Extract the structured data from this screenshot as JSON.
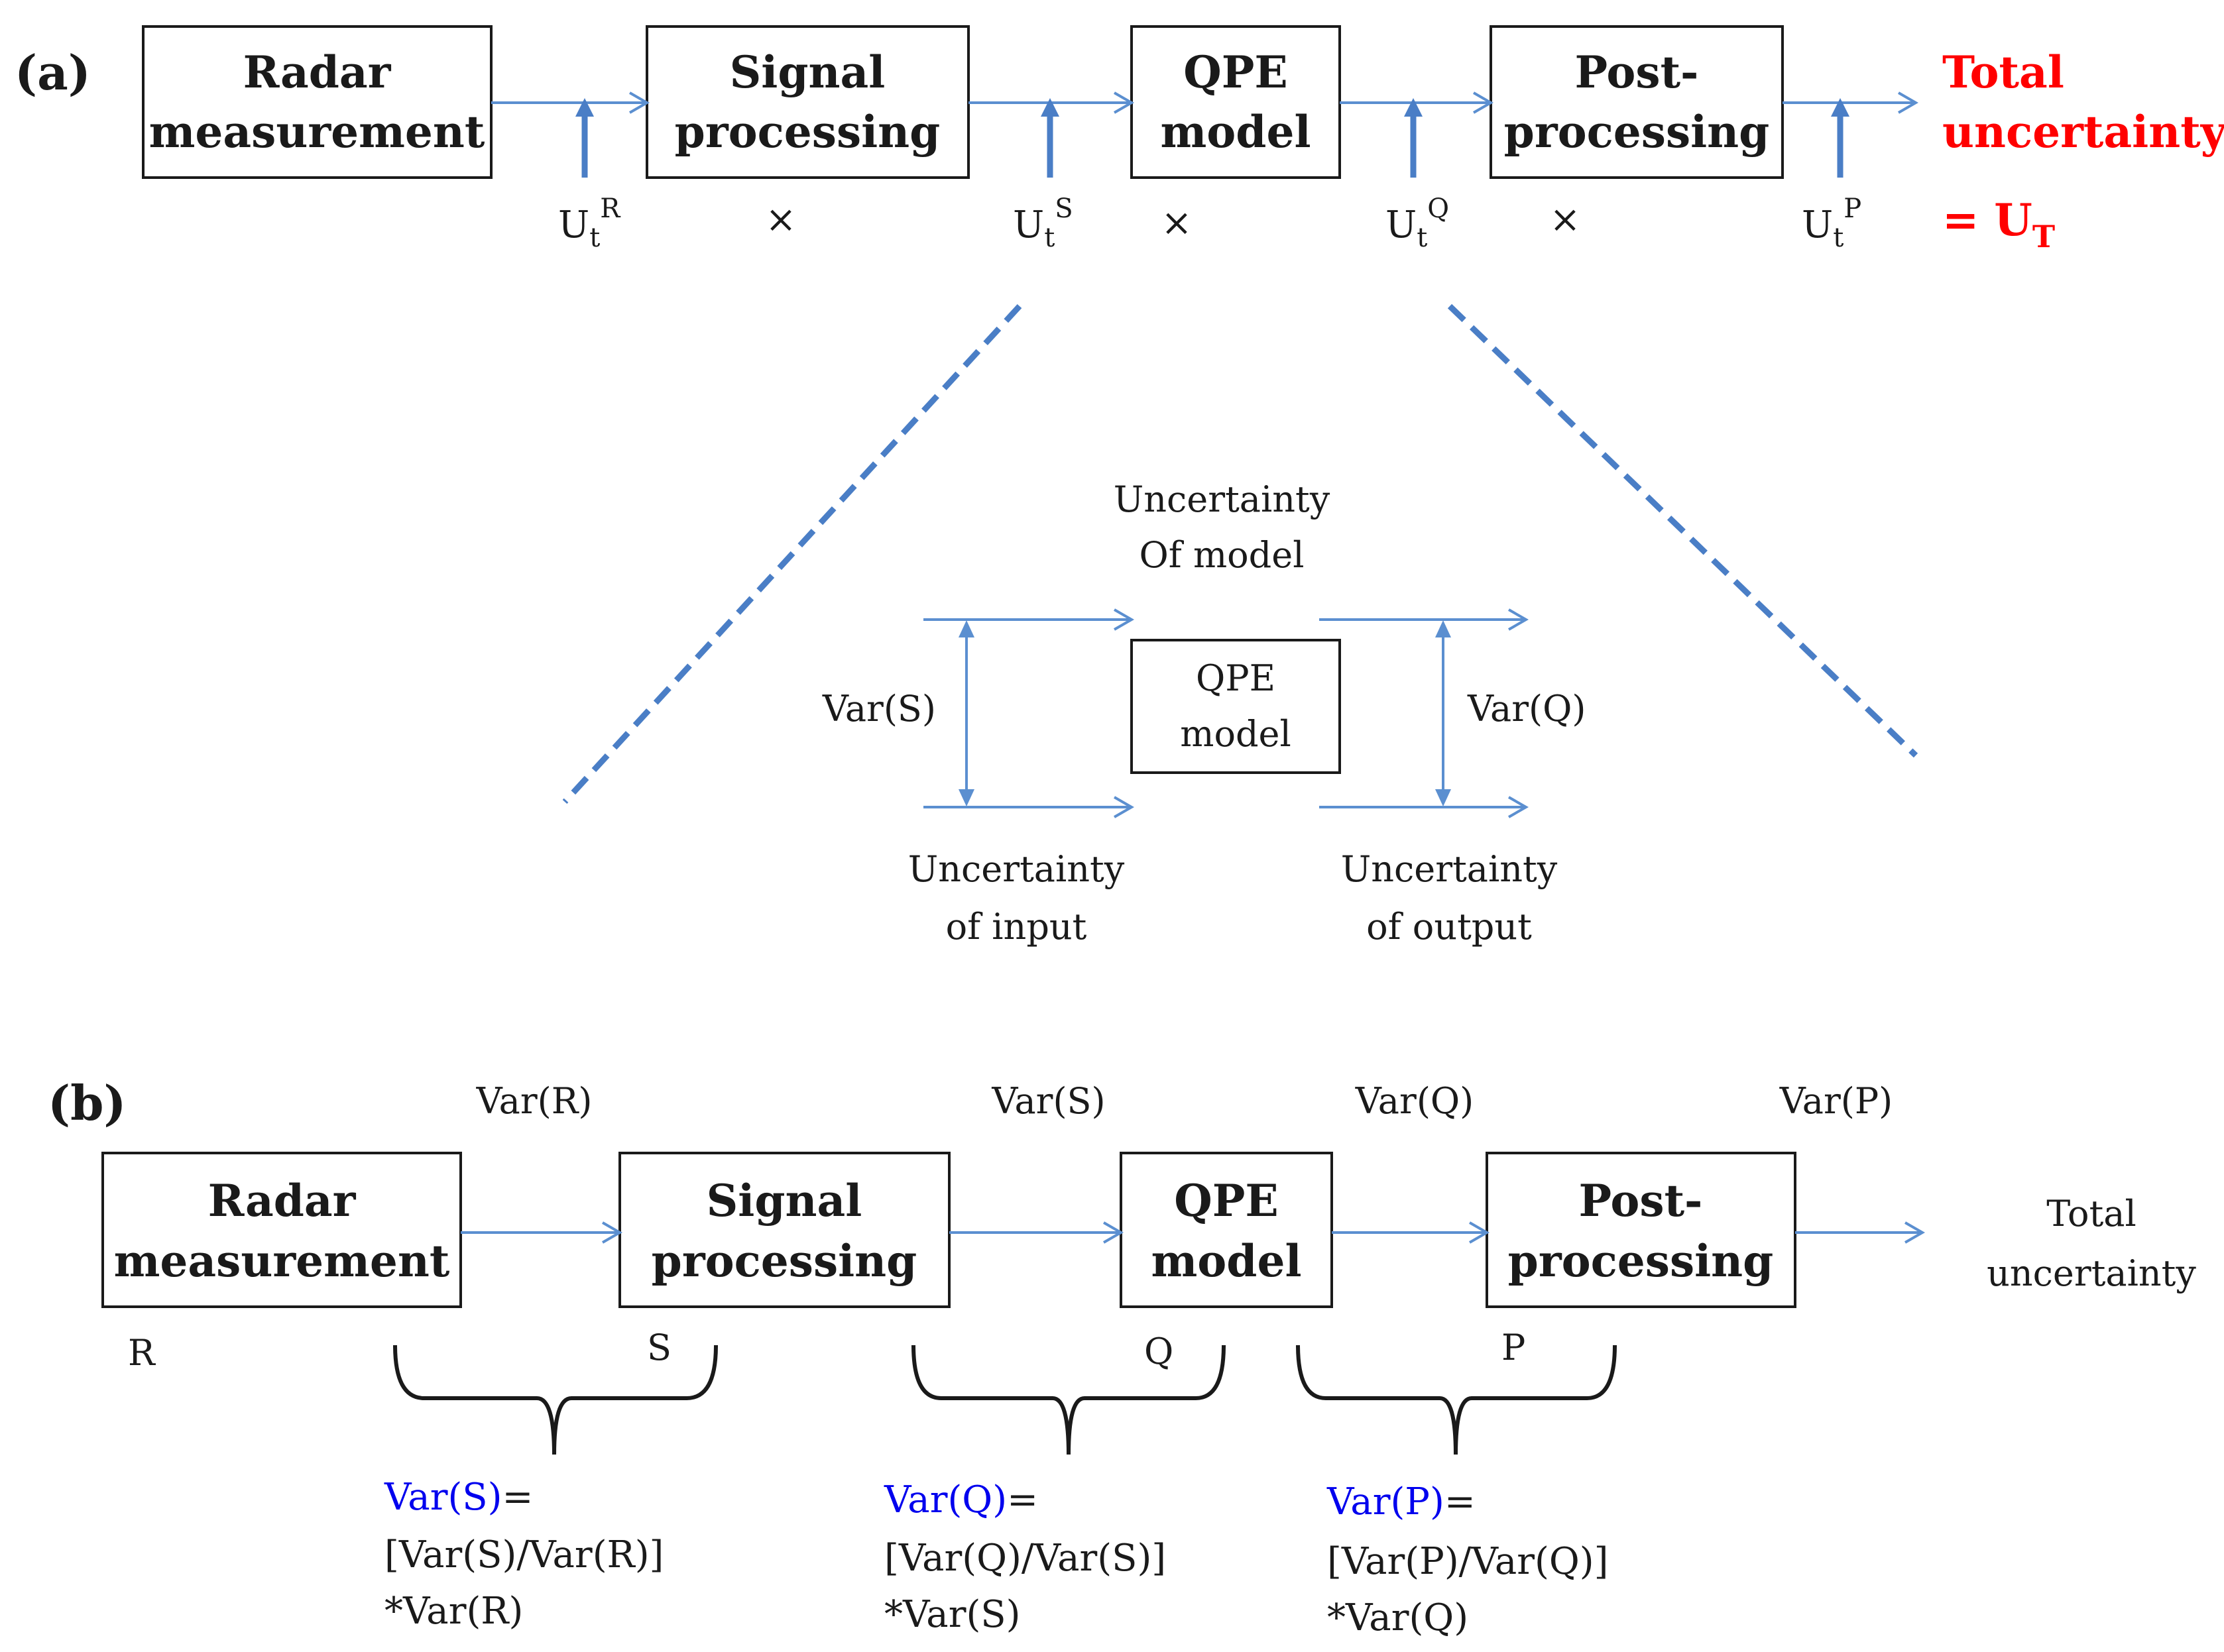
{
  "panel_a": {
    "label": "(a)",
    "boxes": [
      {
        "line1": "Radar",
        "line2": "measurement"
      },
      {
        "line1": "Signal",
        "line2": "processing"
      },
      {
        "line1": "QPE",
        "line2": "model"
      },
      {
        "line1": "Post-",
        "line2": "processing"
      }
    ],
    "total": {
      "line1": "Total",
      "line2": "uncertainty",
      "eq_prefix": "= U",
      "eq_sub": "T"
    },
    "uncertainties": [
      {
        "base": "U",
        "sub": "t",
        "sup": "R"
      },
      {
        "base": "U",
        "sub": "t",
        "sup": "S"
      },
      {
        "base": "U",
        "sub": "t",
        "sup": "Q"
      },
      {
        "base": "U",
        "sub": "t",
        "sup": "P"
      }
    ],
    "multiply": "×",
    "detail": {
      "model_uncertainty_line1": "Uncertainty",
      "model_uncertainty_line2": "Of model",
      "box_line1": "QPE",
      "box_line2": "model",
      "var_in": "Var(S)",
      "var_out": "Var(Q)",
      "input_line1": "Uncertainty",
      "input_line2": "of input",
      "output_line1": "Uncertainty",
      "output_line2": "of output"
    }
  },
  "panel_b": {
    "label": "(b)",
    "top_vars": [
      "Var(R)",
      "Var(S)",
      "Var(Q)",
      "Var(P)"
    ],
    "boxes": [
      {
        "line1": "Radar",
        "line2": "measurement"
      },
      {
        "line1": "Signal",
        "line2": "processing"
      },
      {
        "line1": "QPE",
        "line2": "model"
      },
      {
        "line1": "Post-",
        "line2": "processing"
      }
    ],
    "total": {
      "line1": "Total",
      "line2": "uncertainty"
    },
    "letters": [
      "R",
      "S",
      "Q",
      "P"
    ],
    "formulas": [
      {
        "head": "Var(S)",
        "eq": "=",
        "line2": "[Var(S)/Var(R)]",
        "line3": "*Var(R)"
      },
      {
        "head": "Var(Q)",
        "eq": "=",
        "line2": "[Var(Q)/Var(S)]",
        "line3": "*Var(S)"
      },
      {
        "head": "Var(P)",
        "eq": "=",
        "line2": "[Var(P)/Var(Q)]",
        "line3": "*Var(Q)"
      }
    ]
  },
  "colors": {
    "arrow": "#5b8fd0",
    "uncertainty_arrow": "#4a7ec6",
    "total_red": "#ff0000",
    "formula_blue": "#0000ee"
  }
}
